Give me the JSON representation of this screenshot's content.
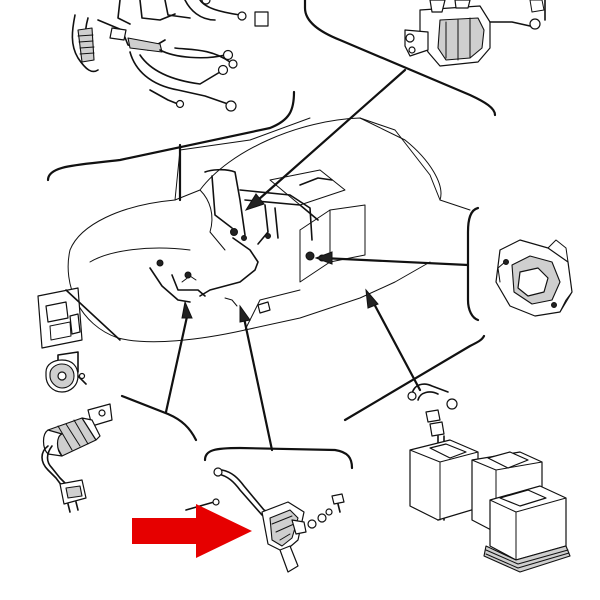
{
  "diagram": {
    "components": [
      {
        "id": "wiring-harness",
        "icon": "wiring-harness-icon"
      },
      {
        "id": "starter-solenoid",
        "icon": "solenoid-icon"
      },
      {
        "id": "voltage-regulator",
        "icon": "regulator-icon"
      },
      {
        "id": "battery",
        "icon": "battery-icon"
      },
      {
        "id": "neutral-switch",
        "icon": "switch-icon"
      },
      {
        "id": "rectangular-connector",
        "icon": "connector-plate-icon"
      },
      {
        "id": "horn",
        "icon": "horn-icon"
      },
      {
        "id": "fuel-solenoid",
        "icon": "fuel-solenoid-icon"
      }
    ],
    "highlight": {
      "target": "neutral-switch",
      "color": "#e60000",
      "icon": "red-arrow-icon"
    },
    "colors": {
      "line": "#111111",
      "background": "#ffffff",
      "arrow": "#e60000"
    }
  }
}
